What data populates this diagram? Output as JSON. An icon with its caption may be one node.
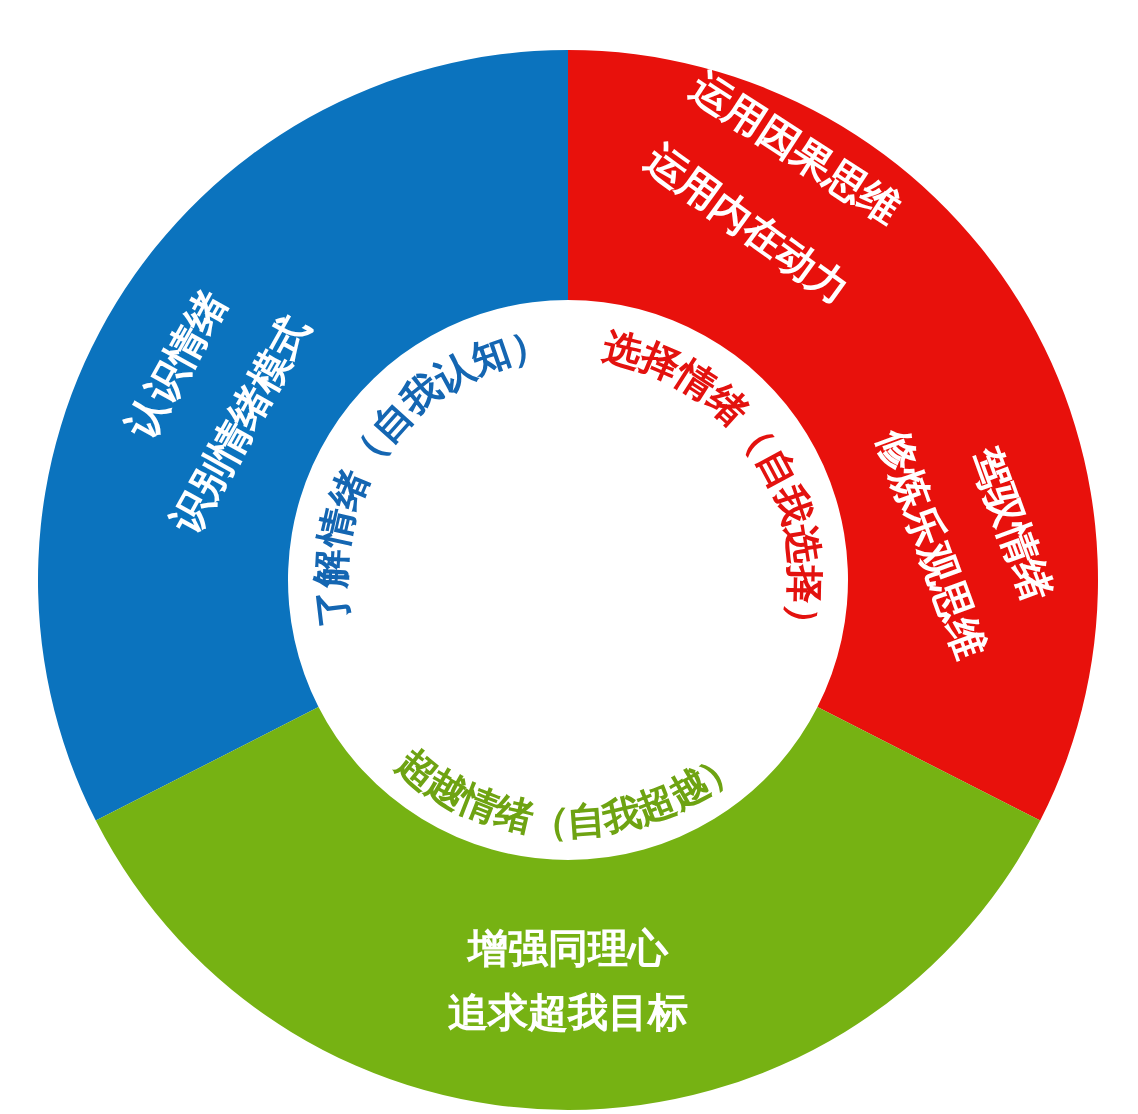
{
  "diagram": {
    "nodes": [
      {
        "text": [
          "认识情绪",
          "识别情绪模式"
        ]
      },
      {
        "text": [
          "运用因果思维",
          "运用内在动力",
          "驾驭情绪",
          "修炼乐观思维"
        ]
      },
      {
        "text": [
          "增强同理心",
          "追求超我目标"
        ]
      }
    ],
    "edges": [],
    "labels": [
      "了解情绪（自我认知）",
      "选择情绪（自我选择）",
      "超越情绪（自我超越）"
    ]
  }
}
